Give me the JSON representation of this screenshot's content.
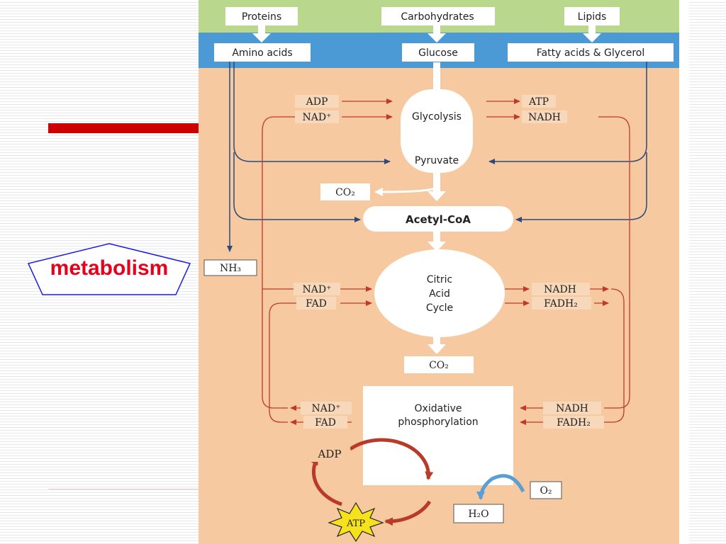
{
  "slide": {
    "keyword": "metabolism"
  },
  "diagram": {
    "sources": {
      "proteins": "Proteins",
      "carbohydrates": "Carbohydrates",
      "lipids": "Lipids"
    },
    "monomers": {
      "amino_acids": "Amino acids",
      "glucose": "Glucose",
      "fatty_acids": "Fatty acids & Glycerol"
    },
    "glycolysis": {
      "process": "Glycolysis",
      "product": "Pyruvate",
      "in_1": "ADP",
      "in_2": "NAD⁺",
      "out_1": "ATP",
      "out_2": "NADH"
    },
    "co2_top": "CO₂",
    "acetyl": "Acetyl-CoA",
    "nh3": "NH₃",
    "citric": {
      "line_1": "Citric",
      "line_2": "Acid",
      "line_3": "Cycle",
      "in_1": "NAD⁺",
      "in_2": "FAD",
      "out_1": "NADH",
      "out_2": "FADH₂"
    },
    "co2_bottom": "CO₂",
    "oxphos": {
      "line_1": "Oxidative",
      "line_2": "phosphorylation",
      "in_1": "NADH",
      "in_2": "FADH₂",
      "out_1": "NAD⁺",
      "out_2": "FAD"
    },
    "atp_cycle": {
      "adp": "ADP",
      "atp": "ATP"
    },
    "o2": "O₂",
    "h2o": "H₂O"
  },
  "colors": {
    "accent_red": "#cc0000",
    "metabolism_text": "#e8001a",
    "top_band": "#b9d88d",
    "blue_band": "#4b9ad6",
    "diagram_bg": "#f6c9a0",
    "pathway_arrow": "#ffffff",
    "blue_arrow": "#2b4a78",
    "red_arrow": "#c0392b",
    "atp_cycle": "#b83a28",
    "water_arrow": "#5a9fd4",
    "atp_star": "#f5e21c"
  }
}
